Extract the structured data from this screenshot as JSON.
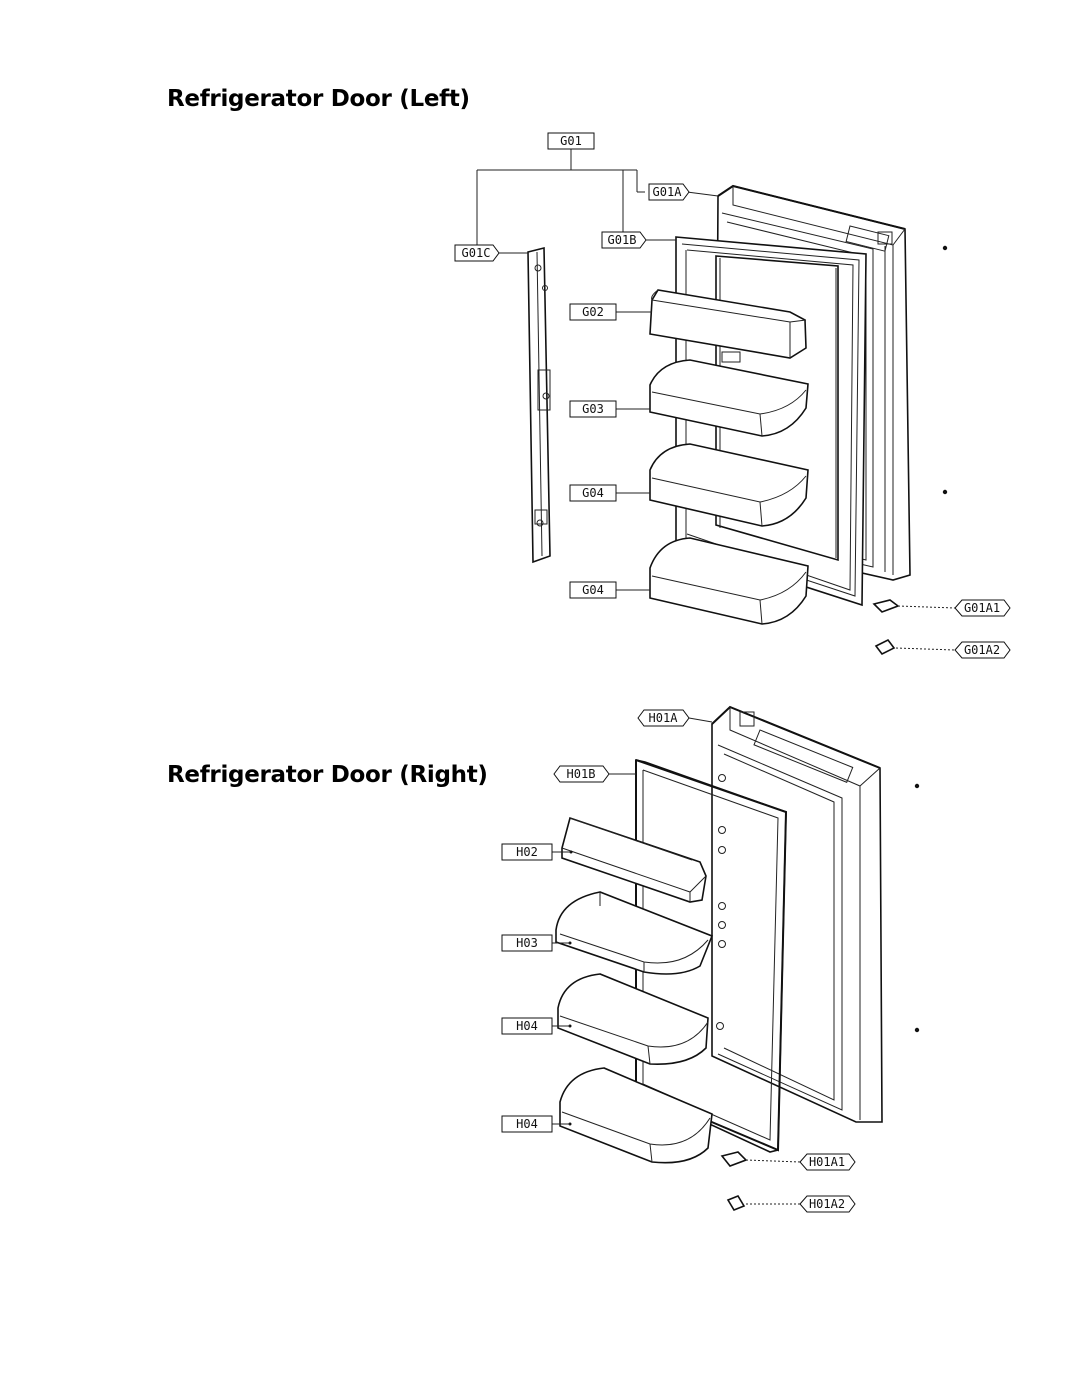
{
  "titles": {
    "left": "Refrigerator Door (Left)",
    "right": "Refrigerator Door (Right)"
  },
  "left_parts": {
    "g01": "G01",
    "g01a": "G01A",
    "g01b": "G01B",
    "g01c": "G01C",
    "g02": "G02",
    "g03": "G03",
    "g04_upper": "G04",
    "g04_lower": "G04",
    "g01a1": "G01A1",
    "g01a2": "G01A2"
  },
  "right_parts": {
    "h01a": "H01A",
    "h01b": "H01B",
    "h02": "H02",
    "h03": "H03",
    "h04_upper": "H04",
    "h04_lower": "H04",
    "h01a1": "H01A1",
    "h01a2": "H01A2"
  }
}
